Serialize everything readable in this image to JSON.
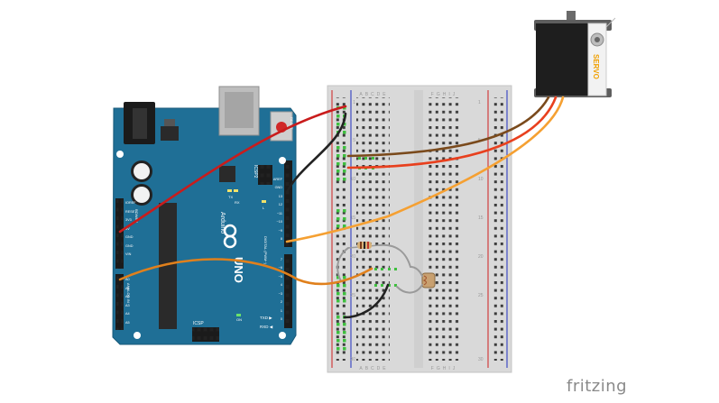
{
  "brand": "fritzing",
  "arduino": {
    "model": "UNO",
    "name": "Arduino",
    "icsp_label": "ICSP",
    "icsp2_label": "ICSP2",
    "reset_label": "RESET",
    "on_label": "ON",
    "tx_label": "TX",
    "rx_label": "RX",
    "l_label": "L",
    "power_header_label": "POWER",
    "analog_header_label": "ANALOG IN",
    "digital_header_label": "DIGITAL (PWM~)",
    "txd_label": "TXD ▶",
    "rxd_label": "RXD ◀",
    "power_pins": [
      "IOREF",
      "RESET",
      "3V3",
      "5V",
      "GND",
      "GND",
      "VIN"
    ],
    "analog_pins": [
      "A0",
      "A1",
      "A2",
      "A3",
      "A4",
      "A5"
    ],
    "digital_pins": [
      "AREF",
      "GND",
      "13",
      "12",
      "~11",
      "~10",
      "~9",
      "8",
      "7",
      "~6",
      "~5",
      "4",
      "~3",
      "2",
      "1",
      "0"
    ]
  },
  "servo": {
    "label": "SERVO"
  },
  "breadboard": {
    "col_letters_left": [
      "A",
      "B",
      "C",
      "D",
      "E"
    ],
    "col_letters_right": [
      "F",
      "G",
      "H",
      "I",
      "J"
    ],
    "row_numbers": [
      "1",
      "5",
      "10",
      "15",
      "20",
      "25",
      "30"
    ]
  },
  "colors": {
    "board": "#1f6f96",
    "wire_red": "#c91c1c",
    "wire_black": "#222222",
    "wire_brown": "#7a4a1c",
    "wire_redorange": "#e8401e",
    "wire_orange": "#f5a032",
    "wire_analog": "#e0801c",
    "wire_gray": "#9a9a9a"
  }
}
